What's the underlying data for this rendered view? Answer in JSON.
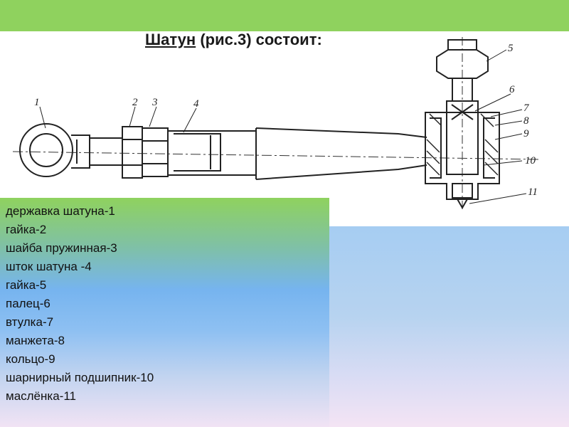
{
  "slide": {
    "title_main": "Шатун",
    "title_rest": " (рис.3) состоит:",
    "accent_colors": {
      "top_bar": "#8fd25e",
      "panel_top": "#8fd25e",
      "panel_mid": "#76b4ef",
      "panel_bottom": "#f1e3f4"
    }
  },
  "diagram": {
    "callouts": [
      "1",
      "2",
      "3",
      "4",
      "5",
      "6",
      "7",
      "8",
      "9",
      "10",
      "11"
    ]
  },
  "parts": [
    "державка шатуна-1",
    "гайка-2",
    "шайба пружинная-3",
    "шток шатуна -4",
    "гайка-5",
    "палец-6",
    "втулка-7",
    "манжета-8",
    "кольцо-9",
    "шарнирный подшипник-10",
    "маслёнка-11"
  ]
}
